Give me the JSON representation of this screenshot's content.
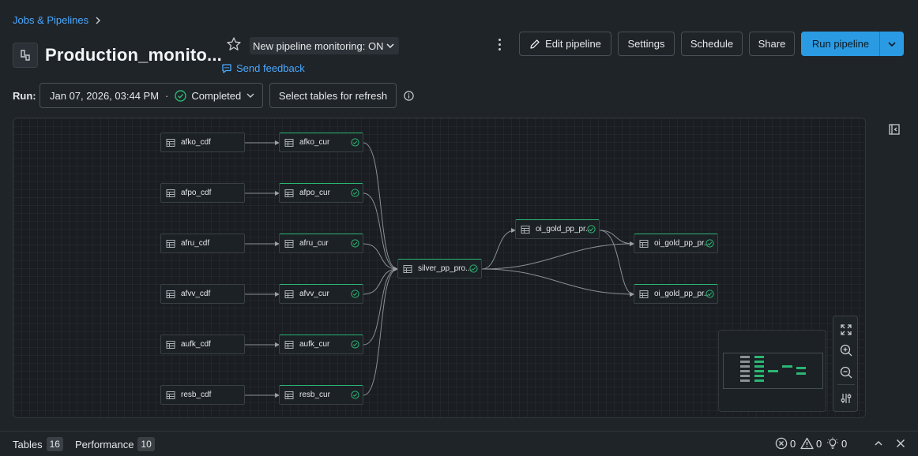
{
  "breadcrumb": {
    "parent": "Jobs & Pipelines"
  },
  "header": {
    "title": "Production_monito...",
    "monitoring_label": "New pipeline monitoring: ON",
    "feedback_label": "Send feedback",
    "buttons": {
      "edit": "Edit pipeline",
      "settings": "Settings",
      "schedule": "Schedule",
      "share": "Share",
      "run": "Run pipeline"
    }
  },
  "run": {
    "label": "Run:",
    "timestamp": "Jan 07, 2026, 03:44 PM",
    "separator": "·",
    "status": "Completed",
    "refresh_label": "Select tables for refresh"
  },
  "graph": {
    "nodes": {
      "afko_cdf": "afko_cdf",
      "afpo_cdf": "afpo_cdf",
      "afru_cdf": "afru_cdf",
      "afvv_cdf": "afvv_cdf",
      "aufk_cdf": "aufk_cdf",
      "resb_cdf": "resb_cdf",
      "afko_cur": "afko_cur",
      "afpo_cur": "afpo_cur",
      "afru_cur": "afru_cur",
      "afvv_cur": "afvv_cur",
      "aufk_cur": "aufk_cur",
      "resb_cur": "resb_cur",
      "silver": "silver_pp_pro...",
      "gold1": "oi_gold_pp_pr...",
      "gold2": "oi_gold_pp_pr...",
      "gold3": "oi_gold_pp_pr..."
    }
  },
  "footer": {
    "tables_label": "Tables",
    "tables_count": "16",
    "performance_label": "Performance",
    "performance_count": "10",
    "errors": "0",
    "warnings": "0",
    "suggestions": "0"
  },
  "colors": {
    "accent": "#2a9be3",
    "link": "#4aa8ff",
    "success": "#2bb673"
  },
  "icons": {
    "breadcrumb": "chevron-right-icon",
    "pipeline": "pipeline-icon",
    "favorite": "star-icon",
    "feedback": "chat-icon",
    "edit": "pencil-icon",
    "status": "check-circle-icon",
    "table": "table-icon"
  }
}
